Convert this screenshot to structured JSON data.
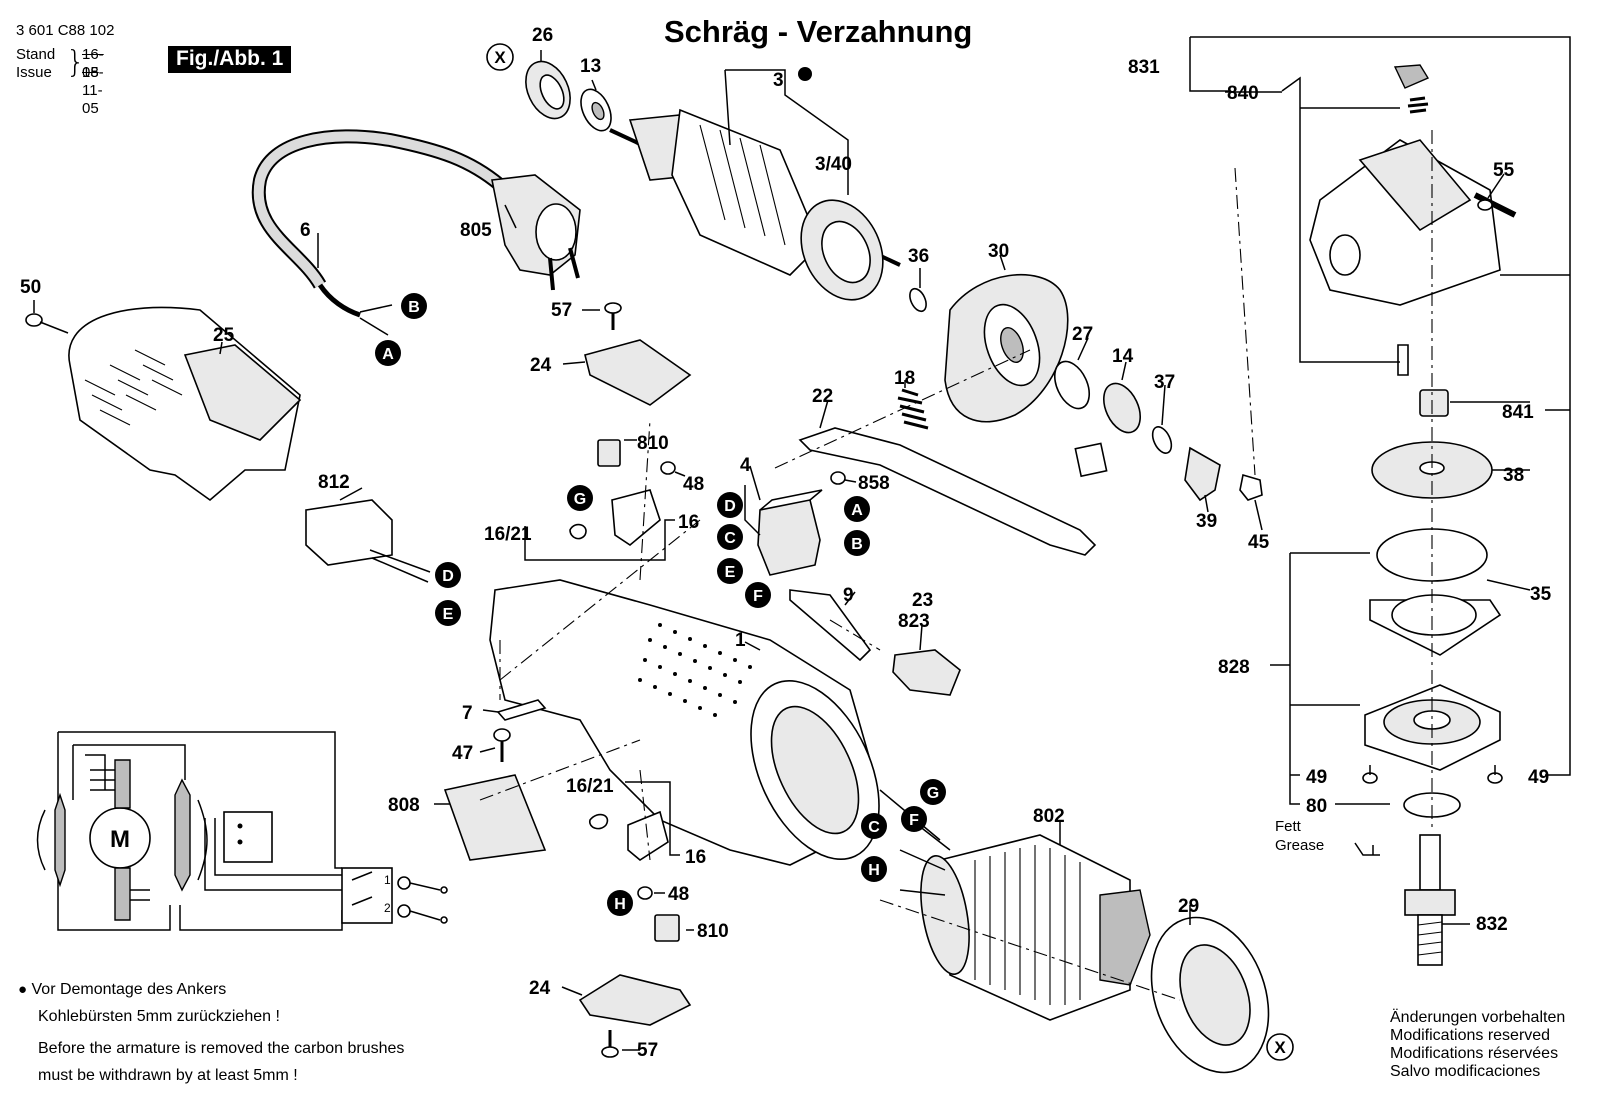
{
  "header": {
    "doc_number": "3 601 C88 102",
    "stand_label": "Stand",
    "issue_label": "Issue",
    "old_date": "16-05",
    "new_date": "18-11-05",
    "figure_label": "Fig./Abb. 1",
    "title": "Schräg - Verzahnung"
  },
  "callouts": [
    "26",
    "13",
    "3",
    "3/40",
    "805",
    "6",
    "50",
    "25",
    "36",
    "30",
    "57",
    "24",
    "810",
    "48",
    "22",
    "18",
    "27",
    "14",
    "37",
    "39",
    "45",
    "16/21",
    "16",
    "4",
    "858",
    "812",
    "9",
    "23",
    "823",
    "1",
    "7",
    "47",
    "808",
    "16/21",
    "16",
    "48",
    "810",
    "802",
    "29",
    "24",
    "57",
    "831",
    "840",
    "55",
    "841",
    "38",
    "35",
    "828",
    "49",
    "49",
    "80",
    "832"
  ],
  "connection_markers": [
    "A",
    "B",
    "C",
    "D",
    "E",
    "F",
    "G",
    "H",
    "X"
  ],
  "motor_symbol": "M",
  "switch_contacts": [
    "1",
    "2"
  ],
  "grease_label": {
    "de": "Fett",
    "en": "Grease"
  },
  "notes": {
    "de_line1": "Vor Demontage des Ankers",
    "de_line2": "Kohlebürsten 5mm zurückziehen !",
    "en_line1": "Before the armature is removed the carbon brushes",
    "en_line2": "must be withdrawn by at least 5mm !"
  },
  "modifications": [
    "Änderungen vorbehalten",
    "Modifications reserved",
    "Modifications réservées",
    "Salvo modificaciones"
  ]
}
